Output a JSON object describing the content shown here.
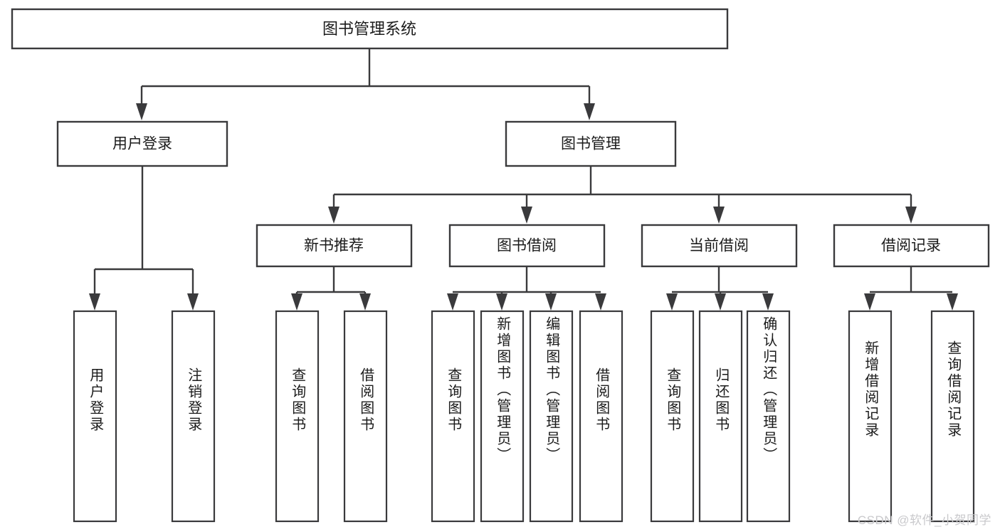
{
  "diagram": {
    "title": "图书管理系统",
    "watermark": "CSDN @软件_小贺同学",
    "colors": {
      "box_stroke": "#3a3a3c",
      "box_fill": "#ffffff",
      "text": "#1b1b1b",
      "connector": "#3a3a3c",
      "watermark": "#c9c9cc",
      "background": "#ffffff"
    },
    "root": {
      "label": "图书管理系统"
    },
    "level1": [
      {
        "label": "用户登录"
      },
      {
        "label": "图书管理"
      }
    ],
    "level2": [
      {
        "label": "新书推荐"
      },
      {
        "label": "图书借阅"
      },
      {
        "label": "当前借阅"
      },
      {
        "label": "借阅记录"
      }
    ],
    "leaves": {
      "user_login": [
        {
          "label": "用户登录"
        },
        {
          "label": "注销登录"
        }
      ],
      "new_book_recommend": [
        {
          "label": "查询图书"
        },
        {
          "label": "借阅图书"
        }
      ],
      "book_borrow": [
        {
          "label": "查询图书"
        },
        {
          "label": "新增图书（管理员）"
        },
        {
          "label": "编辑图书（管理员）"
        },
        {
          "label": "借阅图书"
        }
      ],
      "current_borrow": [
        {
          "label": "查询图书"
        },
        {
          "label": "归还图书"
        },
        {
          "label": "确认归还（管理员）"
        }
      ],
      "borrow_record": [
        {
          "label": "新增借阅记录"
        },
        {
          "label": "查询借阅记录"
        }
      ]
    }
  }
}
